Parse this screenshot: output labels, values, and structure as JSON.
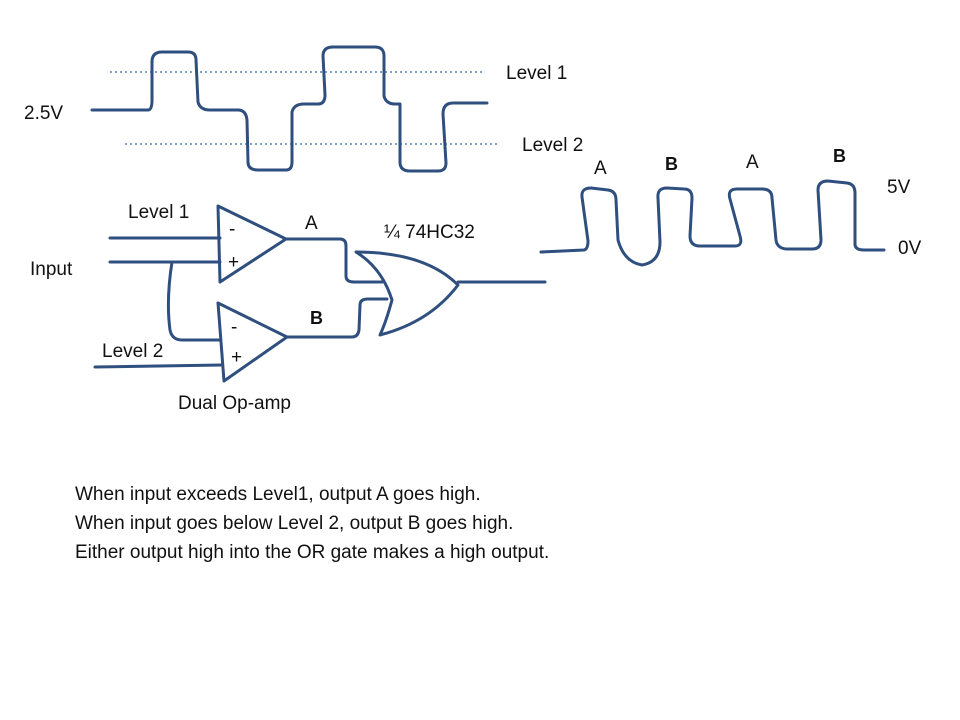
{
  "colors": {
    "stroke": "#2f4f7f",
    "dotted": "#4f81bd",
    "text": "#111111"
  },
  "input_waveform": {
    "level1_label": "Level 1",
    "level2_label": "Level 2",
    "midline_label": "2.5V"
  },
  "circuit": {
    "level1_label": "Level 1",
    "level2_label": "Level 2",
    "input_label": "Input",
    "opamp_top_minus": "-",
    "opamp_top_plus": "+",
    "opamp_bottom_minus": "-",
    "opamp_bottom_plus": "+",
    "output_a_label": "A",
    "output_b_label": "B",
    "or_gate_label": "¼ 74HC32",
    "opamp_label": "Dual Op-amp"
  },
  "output_waveform": {
    "pulse_labels": [
      "A",
      "B",
      "A",
      "B"
    ],
    "high_label": "5V",
    "low_label": "0V"
  },
  "notes": [
    "When input exceeds Level1, output A goes high.",
    "When input goes below Level 2, output B goes high.",
    "Either output high into the OR gate makes a high output."
  ]
}
